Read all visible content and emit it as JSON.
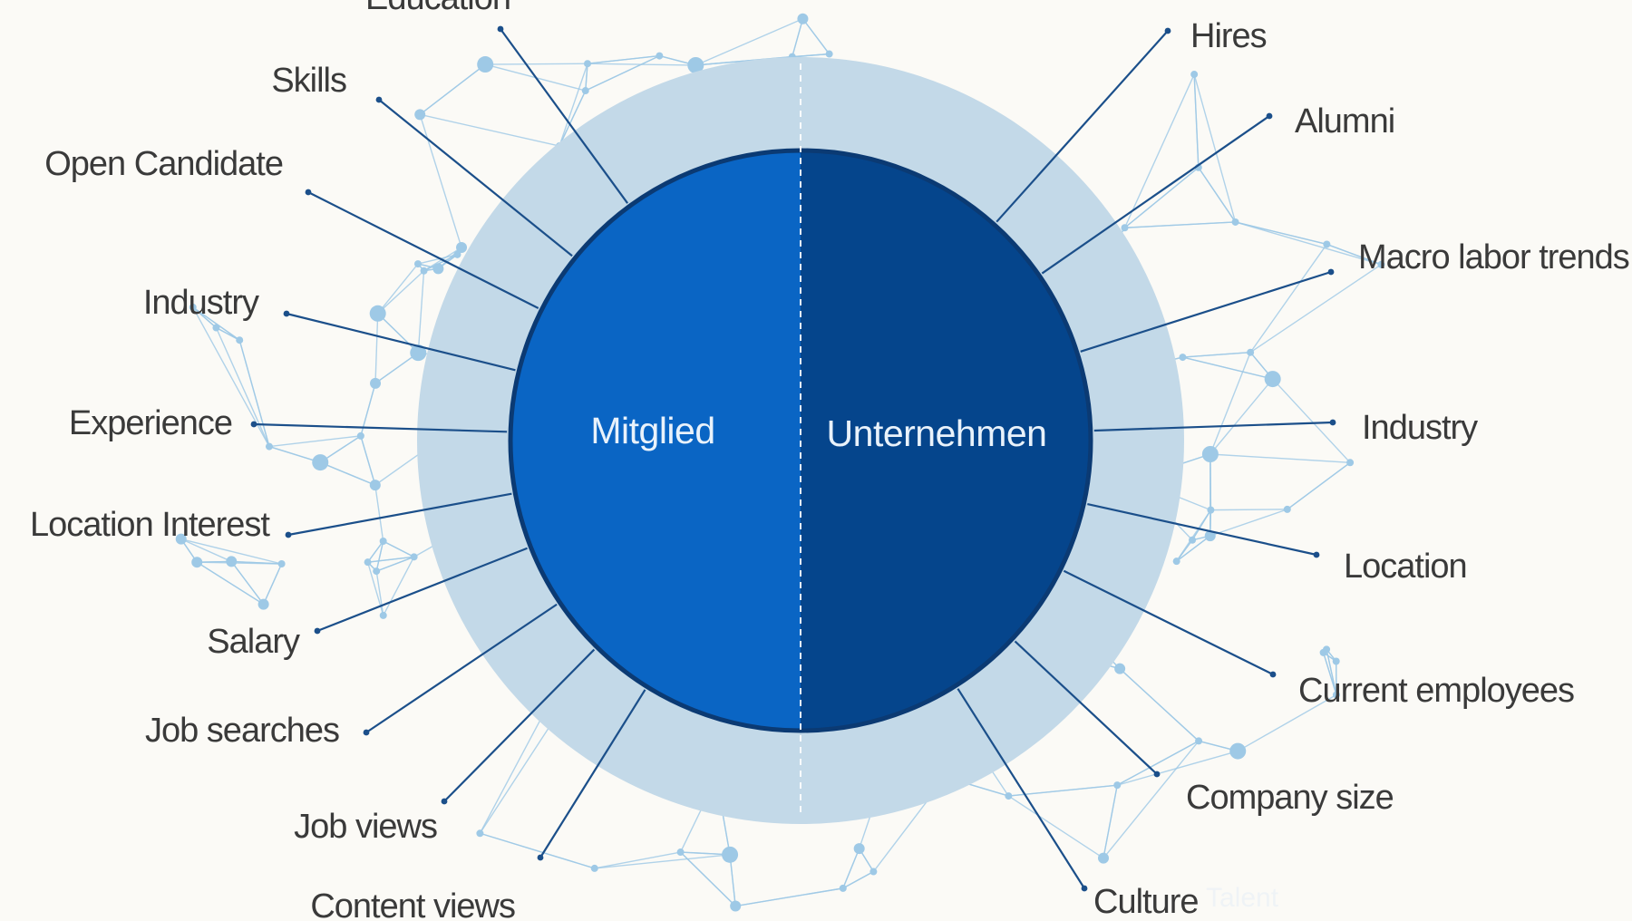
{
  "diagram": {
    "center": {
      "left_label": "Mitglied",
      "right_label": "Unternehmen"
    },
    "left_factors": [
      "Education",
      "Skills",
      "Open Candidate",
      "Industry",
      "Experience",
      "Location Interest",
      "Salary",
      "Job searches",
      "Job views",
      "Content views"
    ],
    "right_factors": [
      "Hires",
      "Alumni",
      "Macro labor trends",
      "Industry",
      "Location",
      "Current employees",
      "Company size",
      "Culture"
    ],
    "watermark": "Talent",
    "colors": {
      "background": "#fbfaf6",
      "halo": "#c3d9e8",
      "member_half": "#0a65c4",
      "company_half": "#05458c",
      "connector": "#1b4f8a",
      "network": "#9ec9e6"
    }
  }
}
